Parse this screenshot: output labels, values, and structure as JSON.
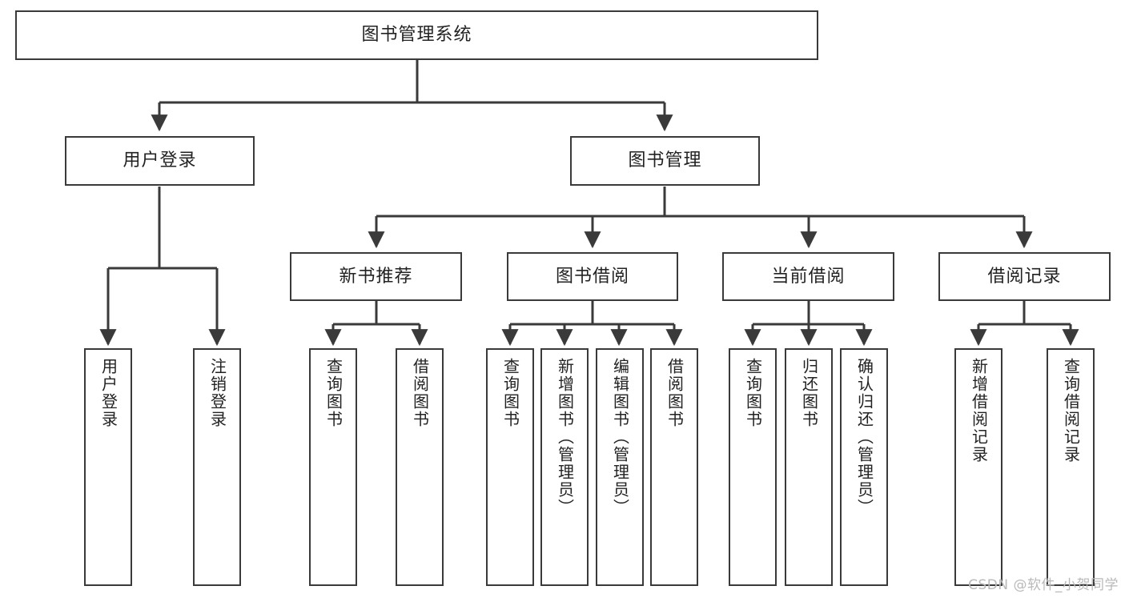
{
  "diagram": {
    "title": "图书管理系统",
    "type": "tree-hierarchy",
    "watermark": "CSDN @软件_小贺同学",
    "colors": {
      "node_border": "#3a3a3a",
      "node_fill": "#ffffff",
      "edge": "#3a3a3a",
      "text": "#222222",
      "watermark": "#b9b9b9",
      "background": "#ffffff"
    },
    "nodes": {
      "root": {
        "label": "图书管理系统"
      },
      "level1": [
        {
          "id": "user-login",
          "label": "用户登录"
        },
        {
          "id": "book-manage",
          "label": "图书管理"
        }
      ],
      "level2": [
        {
          "id": "new-book-recommend",
          "label": "新书推荐"
        },
        {
          "id": "book-borrow",
          "label": "图书借阅"
        },
        {
          "id": "current-borrow",
          "label": "当前借阅"
        },
        {
          "id": "borrow-record",
          "label": "借阅记录"
        }
      ],
      "leaves": {
        "user-login": [
          {
            "id": "leaf-user-login",
            "label": "用户登录"
          },
          {
            "id": "leaf-logout-login",
            "label": "注销登录"
          }
        ],
        "new-book-recommend": [
          {
            "id": "leaf-query-book-1",
            "label": "查询图书"
          },
          {
            "id": "leaf-borrow-book-1",
            "label": "借阅图书"
          }
        ],
        "book-borrow": [
          {
            "id": "leaf-query-book-2",
            "label": "查询图书"
          },
          {
            "id": "leaf-add-book",
            "label": "新增图书（管理员）"
          },
          {
            "id": "leaf-edit-book",
            "label": "编辑图书（管理员）"
          },
          {
            "id": "leaf-borrow-book-2",
            "label": "借阅图书"
          }
        ],
        "current-borrow": [
          {
            "id": "leaf-query-book-3",
            "label": "查询图书"
          },
          {
            "id": "leaf-return-book",
            "label": "归还图书"
          },
          {
            "id": "leaf-confirm-return",
            "label": "确认归还（管理员）"
          }
        ],
        "borrow-record": [
          {
            "id": "leaf-add-record",
            "label": "新增借阅记录"
          },
          {
            "id": "leaf-query-record",
            "label": "查询借阅记录"
          }
        ]
      }
    }
  }
}
